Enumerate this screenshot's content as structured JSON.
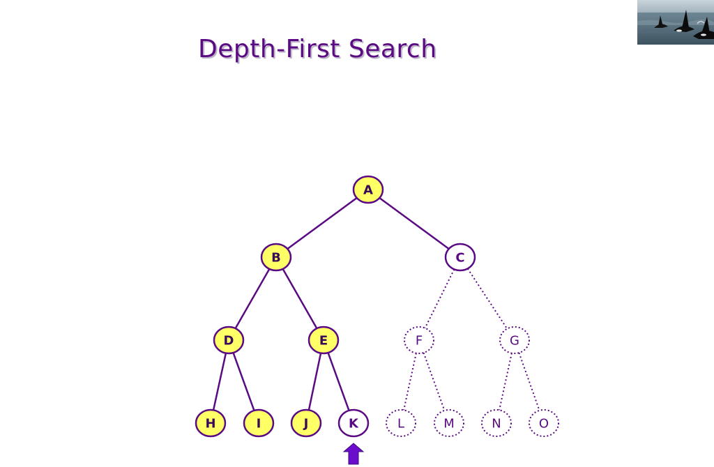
{
  "slide": {
    "title": "Depth-First Search"
  },
  "photo": {
    "icon": "orca-whales-photo"
  },
  "colors": {
    "accent": "#5a0a82",
    "visited_fill": "#ffff66",
    "unvisited_fill": "#ffffff",
    "arrow": "#6a0dcc"
  },
  "tree": {
    "nodes": [
      {
        "id": "A",
        "label": "A",
        "state": "visited"
      },
      {
        "id": "B",
        "label": "B",
        "state": "visited"
      },
      {
        "id": "C",
        "label": "C",
        "state": "frontier"
      },
      {
        "id": "D",
        "label": "D",
        "state": "visited"
      },
      {
        "id": "E",
        "label": "E",
        "state": "visited"
      },
      {
        "id": "F",
        "label": "F",
        "state": "unexplored"
      },
      {
        "id": "G",
        "label": "G",
        "state": "unexplored"
      },
      {
        "id": "H",
        "label": "H",
        "state": "visited"
      },
      {
        "id": "I",
        "label": "I",
        "state": "visited"
      },
      {
        "id": "J",
        "label": "J",
        "state": "visited"
      },
      {
        "id": "K",
        "label": "K",
        "state": "frontier"
      },
      {
        "id": "L",
        "label": "L",
        "state": "unexplored"
      },
      {
        "id": "M",
        "label": "M",
        "state": "unexplored"
      },
      {
        "id": "N",
        "label": "N",
        "state": "unexplored"
      },
      {
        "id": "O",
        "label": "O",
        "state": "unexplored"
      }
    ],
    "edges": [
      {
        "from": "A",
        "to": "B",
        "style": "solid"
      },
      {
        "from": "A",
        "to": "C",
        "style": "solid"
      },
      {
        "from": "B",
        "to": "D",
        "style": "solid"
      },
      {
        "from": "B",
        "to": "E",
        "style": "solid"
      },
      {
        "from": "C",
        "to": "F",
        "style": "dotted"
      },
      {
        "from": "C",
        "to": "G",
        "style": "dotted"
      },
      {
        "from": "D",
        "to": "H",
        "style": "solid"
      },
      {
        "from": "D",
        "to": "I",
        "style": "solid"
      },
      {
        "from": "E",
        "to": "J",
        "style": "solid"
      },
      {
        "from": "E",
        "to": "K",
        "style": "solid"
      },
      {
        "from": "F",
        "to": "L",
        "style": "dotted"
      },
      {
        "from": "F",
        "to": "M",
        "style": "dotted"
      },
      {
        "from": "G",
        "to": "N",
        "style": "dotted"
      },
      {
        "from": "G",
        "to": "O",
        "style": "dotted"
      }
    ],
    "current_node": "K",
    "pointer_icon": "up-arrow-icon"
  }
}
